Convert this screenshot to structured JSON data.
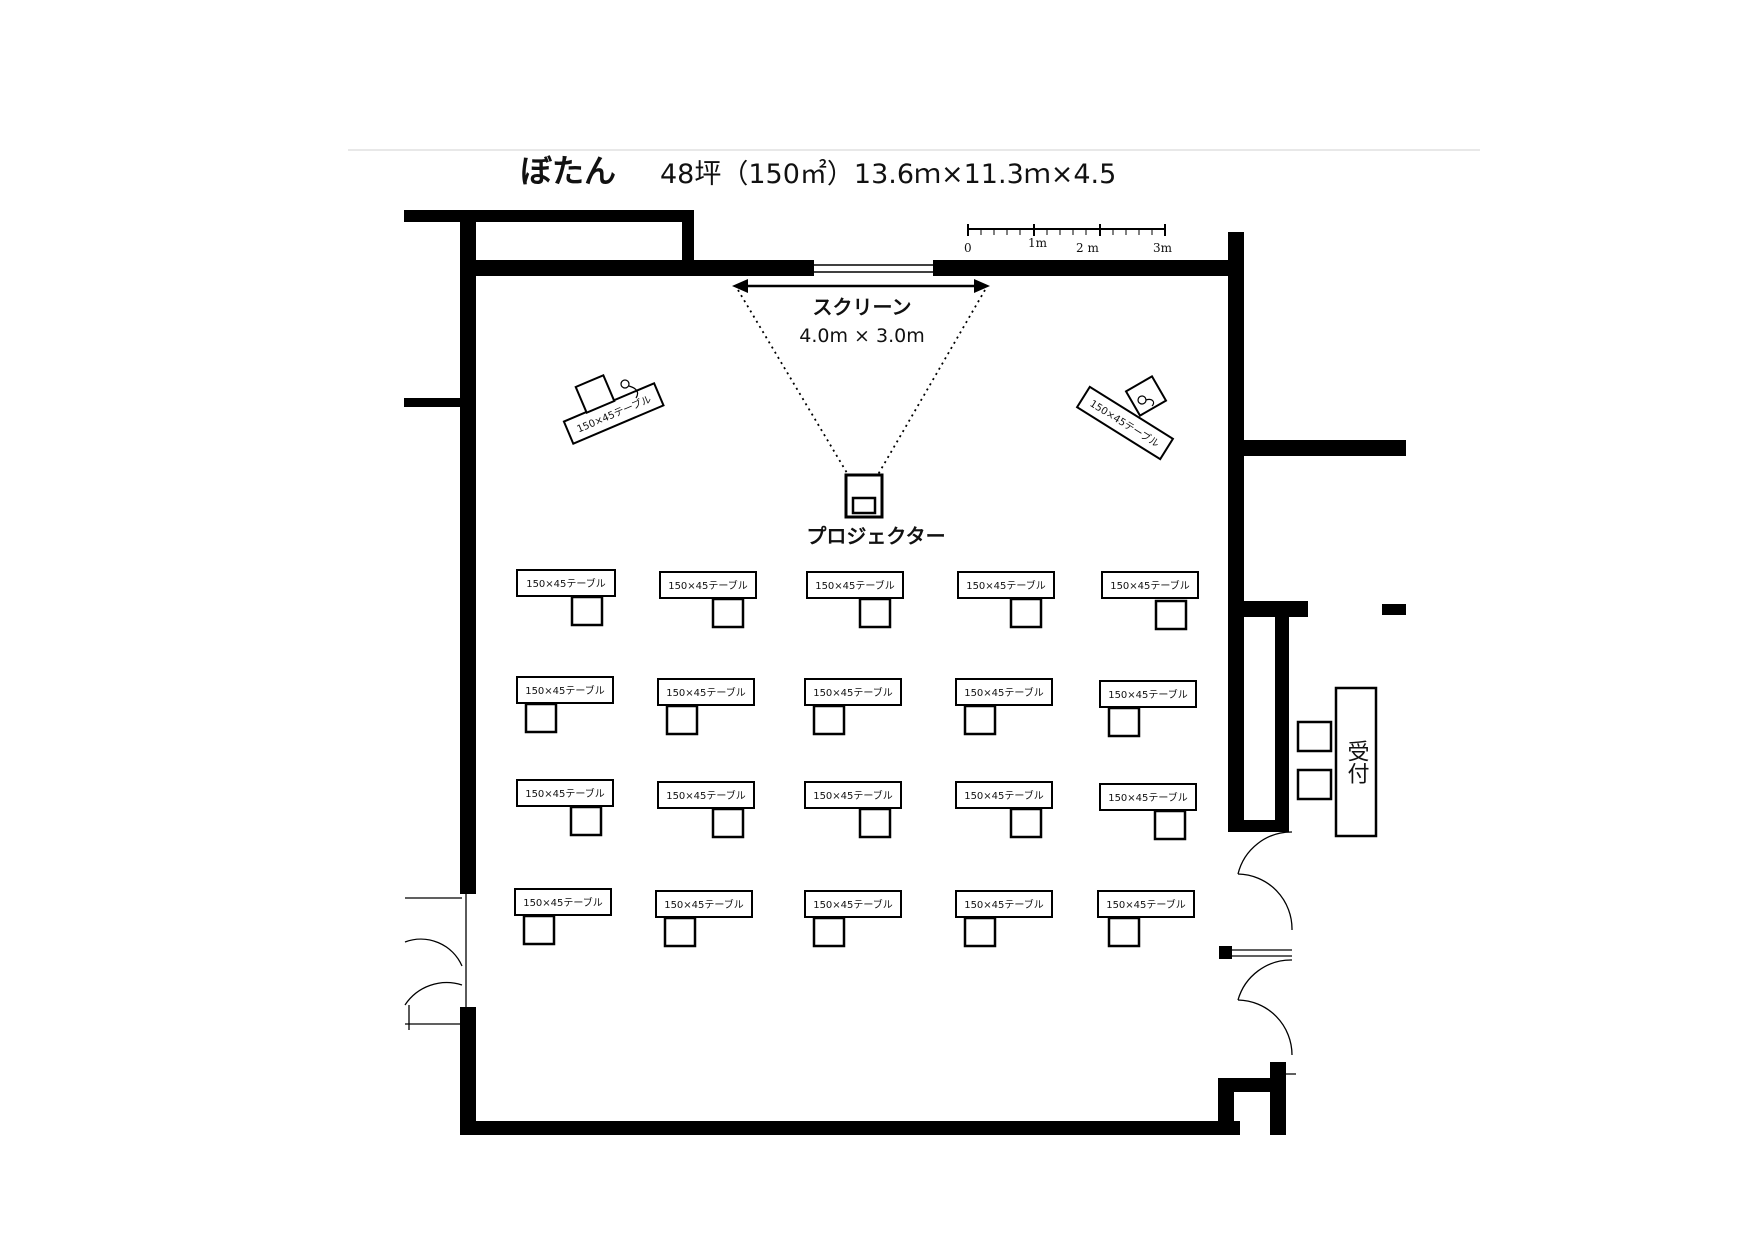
{
  "header": {
    "room_name": "ぼたん",
    "dimensions": "48坪（150㎡）13.6ｍ×11.3ｍ×4.5"
  },
  "scale_bar": {
    "labels": [
      "0",
      "1m",
      "2 m",
      "3m"
    ]
  },
  "screen": {
    "label": "スクリーン",
    "size": "4.0m × 3.0m"
  },
  "projector": {
    "label": "プロジェクター"
  },
  "table_label": "150×45テーブル",
  "tables": {
    "rows": 4,
    "columns": 5,
    "count": 20
  },
  "reception": {
    "label": "受付"
  },
  "colors": {
    "wall": "#000000",
    "background": "#ffffff"
  }
}
